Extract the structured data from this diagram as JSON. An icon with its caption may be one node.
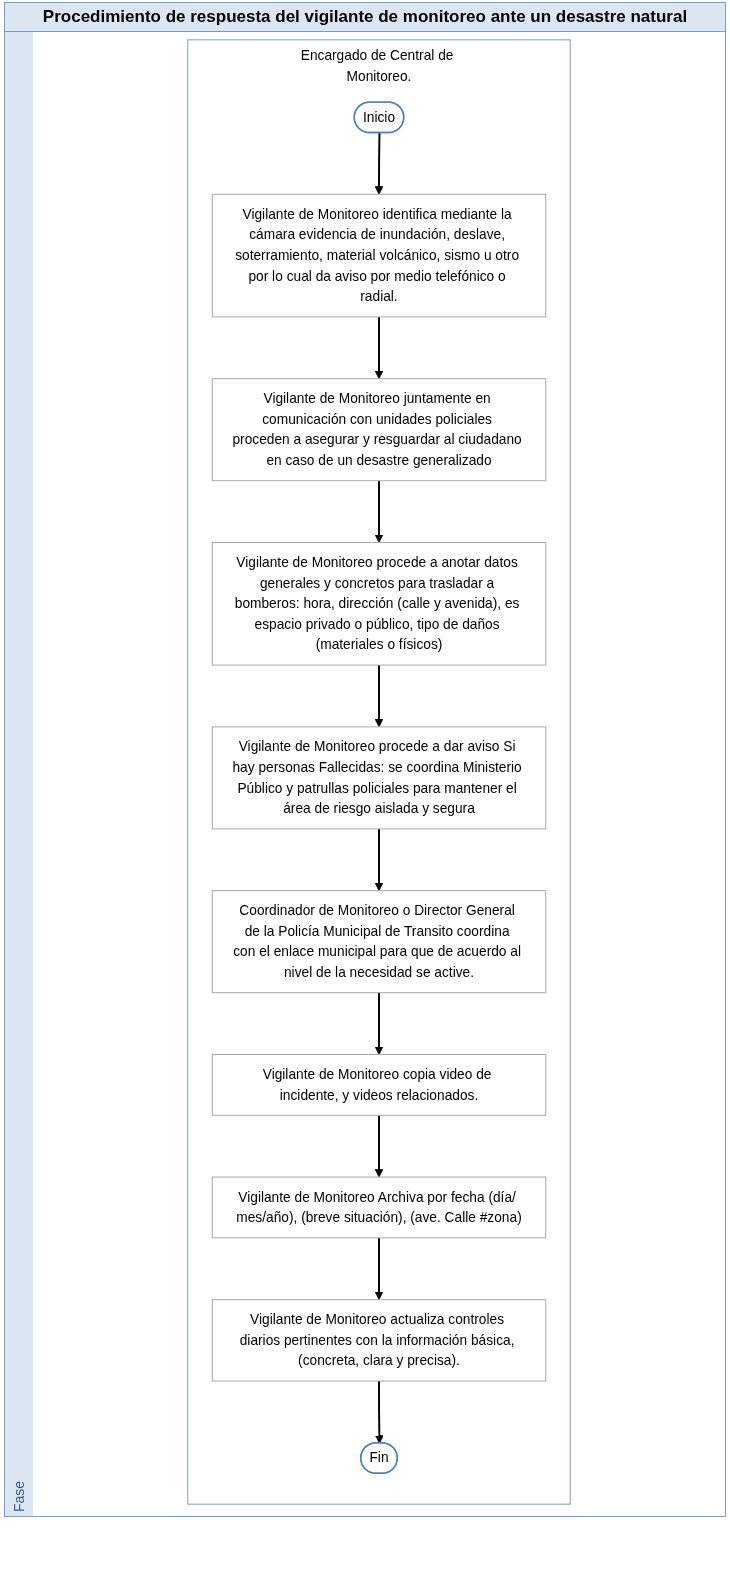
{
  "diagram": {
    "title": "Procedimiento de respuesta del vigilante de monitoreo ante un desastre natural",
    "nodes": [
      {
        "text": [
          "Encargado de Central de Monitoreo."
        ]
      },
      {
        "text": [
          "Inicio"
        ],
        "in": 0
      },
      {
        "text": [
          "Vigilante de Monitoreo identifica mediante la cámara evidencia de inundación, deslave, soterramiento, material volcánico, sismo u otro por lo cual da aviso por medio telefónico o radial."
        ],
        "in": 0
      },
      {
        "text": [
          "Vigilante de Monitoreo juntamente en comunicación con unidades policiales proceden a asegurar y resguardar al ciudadano en caso de un desastre generalizado"
        ],
        "in": 0
      },
      {
        "text": [
          "Vigilante de Monitoreo procede a anotar datos generales y concretos para trasladar a bomberos: hora, dirección (calle y avenida), es espacio privado o público, tipo de daños (materiales o físicos)"
        ],
        "in": 0
      },
      {
        "text": [
          "Vigilante de Monitoreo procede a dar aviso Si hay personas Fallecidas: se coordina Ministerio Público y patrullas policiales para mantener el área de riesgo aislada y segura"
        ],
        "in": 0
      },
      {
        "text": [
          "Coordinador de Monitoreo o Director General de la Policía Municipal de Transito coordina con el enlace municipal para que de acuerdo al nivel de la necesidad se active."
        ],
        "in": 0
      },
      {
        "text": [
          "Vigilante de Monitoreo copia video de incidente, y videos relacionados."
        ],
        "in": 0
      },
      {
        "text": [
          "Vigilante de Monitoreo Archiva por fecha (día/ mes/año), (breve situación), (ave. Calle #zona)"
        ],
        "in": 0
      },
      {
        "text": [
          "Vigilante de Monitoreo actualiza controles diarios pertinentes con la información básica, (concreta, clara y precisa)."
        ],
        "in": 0
      },
      {
        "text": [
          "Fin"
        ],
        "in": 0
      }
    ],
    "edges": [
      {
        "from": 1,
        "to": 2,
        "arrow": "to"
      },
      {
        "from": 2,
        "to": 3,
        "arrow": "to"
      },
      {
        "from": 3,
        "to": 4,
        "arrow": "to"
      },
      {
        "from": 4,
        "to": 5,
        "arrow": "to"
      },
      {
        "from": 5,
        "to": 6,
        "arrow": "to"
      },
      {
        "from": 6,
        "to": 7,
        "arrow": "to"
      },
      {
        "from": 7,
        "to": 8,
        "arrow": "to"
      },
      {
        "from": 8,
        "to": 9,
        "arrow": "to"
      },
      {
        "from": 9,
        "to": 10,
        "arrow": "to"
      }
    ],
    "labels": [
      "Fase"
    ]
  }
}
